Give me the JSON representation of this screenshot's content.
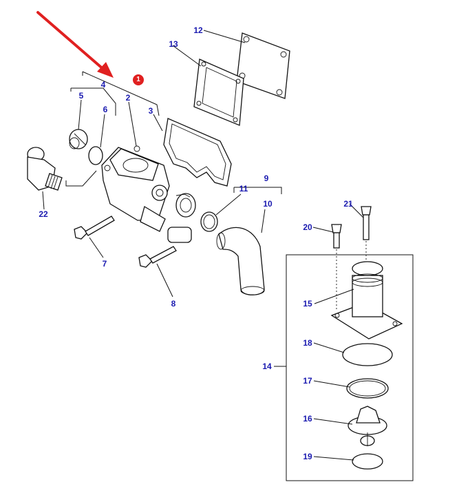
{
  "colors": {
    "label": "#1a1ab0",
    "arrow": "#e02020",
    "badge": "#e02020",
    "line": "#111111"
  },
  "badge": "1",
  "labels": [
    "2",
    "3",
    "4",
    "5",
    "6",
    "7",
    "8",
    "9",
    "10",
    "11",
    "12",
    "13",
    "14",
    "15",
    "16",
    "17",
    "18",
    "19",
    "20",
    "21",
    "22"
  ]
}
